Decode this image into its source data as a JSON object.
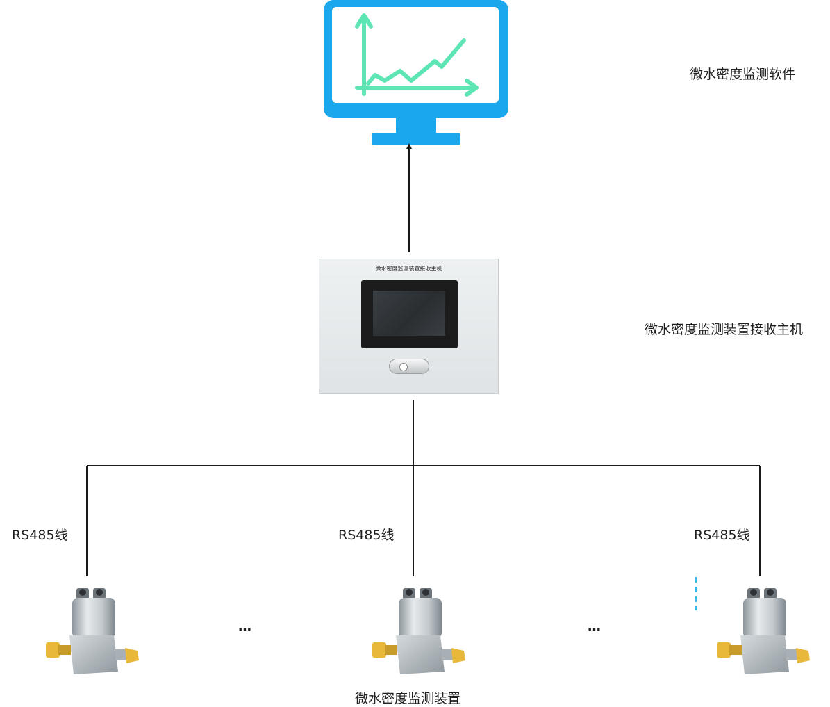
{
  "labels": {
    "software": "微水密度监测软件",
    "host": "微水密度监测装置接收主机",
    "device": "微水密度监测装置",
    "cable": "RS485线"
  },
  "host_panel_title": "微水密度监测装置接收主机",
  "ellipsis": "…",
  "colors": {
    "monitor_frame": "#1ba7ec",
    "chart_stroke": "#5de6b4",
    "line": "#1a1a1a",
    "sensor_body": "#b9c0c5",
    "sensor_fitting": "#e8b83a",
    "dashed_accent": "#35b6e8"
  }
}
